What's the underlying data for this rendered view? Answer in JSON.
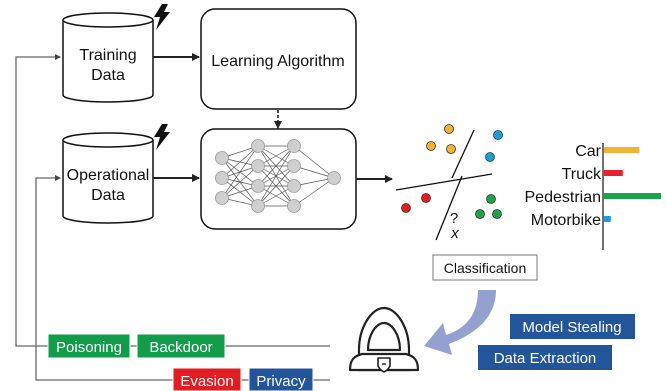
{
  "nodes": {
    "training_data": {
      "line1": "Training",
      "line2": "Data"
    },
    "learning_algorithm": {
      "label": "Learning Algorithm"
    },
    "operational_data": {
      "line1": "Operational",
      "line2": "Data"
    },
    "classification": {
      "label": "Classification"
    }
  },
  "scatter": {
    "unknown_mark": "?",
    "unknown_var": "x"
  },
  "bars": [
    {
      "label": "Car",
      "value": 0.62,
      "color": "#f2b233"
    },
    {
      "label": "Truck",
      "value": 0.33,
      "color": "#e8232e"
    },
    {
      "label": "Pedestrian",
      "value": 1.0,
      "color": "#1ea24a"
    },
    {
      "label": "Motorbike",
      "value": 0.12,
      "color": "#1aa0d8"
    }
  ],
  "attacks": {
    "poisoning": "Poisoning",
    "backdoor": "Backdoor",
    "evasion": "Evasion",
    "privacy": "Privacy",
    "model_stealing": "Model Stealing",
    "data_extraction": "Data Extraction"
  },
  "colors": {
    "green": "#109c49",
    "red": "#e31c24",
    "navy": "#23559a",
    "blue_arrow": "#8e9ccd"
  }
}
